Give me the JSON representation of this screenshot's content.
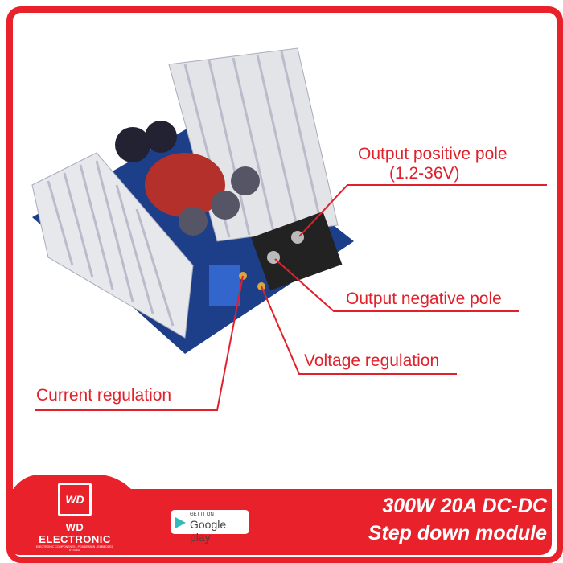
{
  "annotations": {
    "output_positive": "Output positive pole",
    "output_positive_range": "(1.2-36V)",
    "output_negative": "Output negative pole",
    "voltage_regulation": "Voltage regulation",
    "current_regulation": "Current regulation"
  },
  "banner": {
    "brand": "WD ELECTRONIC",
    "logo_mark": "WD",
    "tagline": "ELECTRONIC COMPONENTS - PCB DESIGN - EMBEDDED SYSTEM",
    "store_small": "GET IT ON",
    "store_big": "Google play",
    "title_line1": "300W 20A DC-DC",
    "title_line2": "Step down module"
  },
  "colors": {
    "accent": "#e8212a"
  }
}
